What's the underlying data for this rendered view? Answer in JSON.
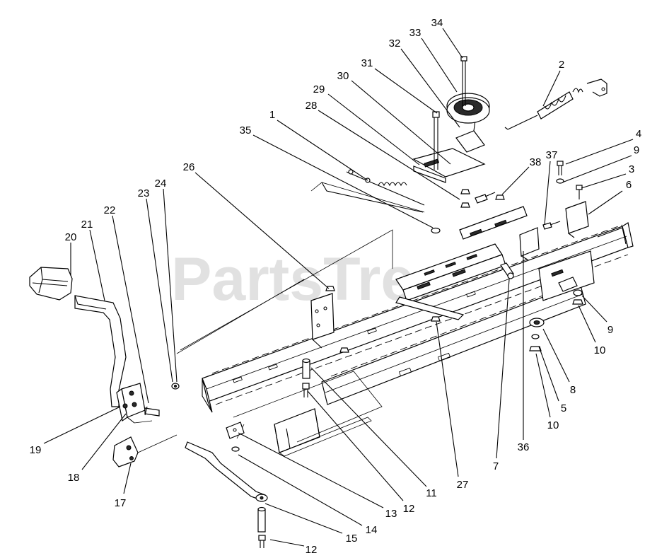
{
  "watermark": "PartsTree",
  "callouts": [
    {
      "num": "1",
      "label": [
        385,
        163
      ],
      "line": [
        [
          392,
          170
        ],
        [
          520,
          255
        ]
      ]
    },
    {
      "num": "2",
      "label": [
        794,
        92
      ],
      "line": [
        [
          792,
          100
        ],
        [
          768,
          150
        ]
      ]
    },
    {
      "num": "3",
      "label": [
        893,
        240
      ],
      "line": [
        [
          885,
          246
        ],
        [
          822,
          266
        ]
      ]
    },
    {
      "num": "4",
      "label": [
        903,
        190
      ],
      "line": [
        [
          895,
          197
        ],
        [
          800,
          232
        ]
      ]
    },
    {
      "num": "5",
      "label": [
        797,
        578
      ],
      "line": [
        [
          790,
          567
        ],
        [
          762,
          490
        ]
      ]
    },
    {
      "num": "6",
      "label": [
        889,
        262
      ],
      "line": [
        [
          880,
          270
        ],
        [
          832,
          303
        ]
      ]
    },
    {
      "num": "7",
      "label": [
        701,
        660
      ],
      "line": [
        [
          702,
          648
        ],
        [
          720,
          395
        ]
      ]
    },
    {
      "num": "8",
      "label": [
        810,
        552
      ],
      "line": [
        [
          805,
          540
        ],
        [
          768,
          465
        ]
      ]
    },
    {
      "num": "9",
      "label": [
        900,
        213
      ],
      "line": [
        [
          893,
          220
        ],
        [
          795,
          258
        ]
      ]
    },
    {
      "num": "9",
      "label": [
        863,
        467
      ],
      "line": [
        [
          858,
          455
        ],
        [
          823,
          418
        ]
      ]
    },
    {
      "num": "10",
      "label": [
        848,
        496
      ],
      "line": [
        [
          842,
          484
        ],
        [
          818,
          432
        ]
      ]
    },
    {
      "num": "10",
      "label": [
        782,
        602
      ],
      "line": [
        [
          778,
          590
        ],
        [
          758,
          500
        ]
      ]
    },
    {
      "num": "11",
      "label": [
        610,
        698
      ],
      "line": [
        [
          603,
          688
        ],
        [
          440,
          520
        ]
      ]
    },
    {
      "num": "12",
      "label": [
        578,
        720
      ],
      "line": [
        [
          570,
          708
        ],
        [
          435,
          553
        ]
      ]
    },
    {
      "num": "12",
      "label": [
        440,
        778
      ],
      "line": [
        [
          430,
          772
        ],
        [
          382,
          763
        ]
      ]
    },
    {
      "num": "13",
      "label": [
        553,
        727
      ],
      "line": [
        [
          542,
          718
        ],
        [
          337,
          612
        ]
      ]
    },
    {
      "num": "14",
      "label": [
        525,
        750
      ],
      "line": [
        [
          512,
          743
        ],
        [
          337,
          643
        ]
      ]
    },
    {
      "num": "15",
      "label": [
        497,
        762
      ],
      "line": [
        [
          484,
          754
        ],
        [
          375,
          712
        ]
      ]
    },
    {
      "num": "17",
      "label": [
        170,
        712
      ],
      "line": [
        [
          175,
          698
        ],
        [
          185,
          655
        ]
      ]
    },
    {
      "num": "18",
      "label": [
        104,
        676
      ],
      "line": [
        [
          116,
          664
        ],
        [
          178,
          585
        ]
      ]
    },
    {
      "num": "19",
      "label": [
        50,
        637
      ],
      "line": [
        [
          62,
          627
        ],
        [
          170,
          575
        ]
      ]
    },
    {
      "num": "20",
      "label": [
        100,
        336
      ],
      "line": [
        [
          100,
          343
        ],
        [
          100,
          390
        ]
      ]
    },
    {
      "num": "21",
      "label": [
        123,
        318
      ],
      "line": [
        [
          127,
          325
        ],
        [
          148,
          425
        ]
      ]
    },
    {
      "num": "22",
      "label": [
        155,
        298
      ],
      "line": [
        [
          159,
          305
        ],
        [
          210,
          570
        ]
      ]
    },
    {
      "num": "23",
      "label": [
        203,
        274
      ],
      "line": [
        [
          207,
          281
        ],
        [
          244,
          540
        ]
      ]
    },
    {
      "num": "24",
      "label": [
        227,
        260
      ],
      "line": [
        [
          231,
          267
        ],
        [
          250,
          540
        ]
      ]
    },
    {
      "num": "26",
      "label": [
        267,
        237
      ],
      "line": [
        [
          276,
          244
        ],
        [
          465,
          408
        ]
      ]
    },
    {
      "num": "27",
      "label": [
        654,
        686
      ],
      "line": [
        [
          648,
          674
        ],
        [
          617,
          455
        ]
      ]
    },
    {
      "num": "28",
      "label": [
        440,
        150
      ],
      "line": [
        [
          450,
          156
        ],
        [
          650,
          282
        ]
      ]
    },
    {
      "num": "29",
      "label": [
        451,
        127
      ],
      "line": [
        [
          464,
          133
        ],
        [
          593,
          233
        ]
      ]
    },
    {
      "num": "30",
      "label": [
        485,
        108
      ],
      "line": [
        [
          497,
          114
        ],
        [
          637,
          232
        ]
      ]
    },
    {
      "num": "31",
      "label": [
        519,
        90
      ],
      "line": [
        [
          530,
          97
        ],
        [
          618,
          160
        ]
      ]
    },
    {
      "num": "32",
      "label": [
        558,
        62
      ],
      "line": [
        [
          567,
          69
        ],
        [
          650,
          180
        ]
      ]
    },
    {
      "num": "33",
      "label": [
        587,
        47
      ],
      "line": [
        [
          596,
          54
        ],
        [
          646,
          130
        ]
      ]
    },
    {
      "num": "34",
      "label": [
        618,
        33
      ],
      "line": [
        [
          626,
          40
        ],
        [
          654,
          82
        ]
      ]
    },
    {
      "num": "35",
      "label": [
        347,
        185
      ],
      "line": [
        [
          358,
          191
        ],
        [
          612,
          322
        ]
      ]
    },
    {
      "num": "36",
      "label": [
        740,
        633
      ],
      "line": [
        [
          740,
          622
        ],
        [
          740,
          355
        ]
      ]
    },
    {
      "num": "37",
      "label": [
        780,
        220
      ],
      "line": [
        [
          778,
          228
        ],
        [
          770,
          318
        ]
      ]
    },
    {
      "num": "38",
      "label": [
        757,
        230
      ],
      "line": [
        [
          748,
          236
        ],
        [
          710,
          275
        ]
      ]
    }
  ]
}
